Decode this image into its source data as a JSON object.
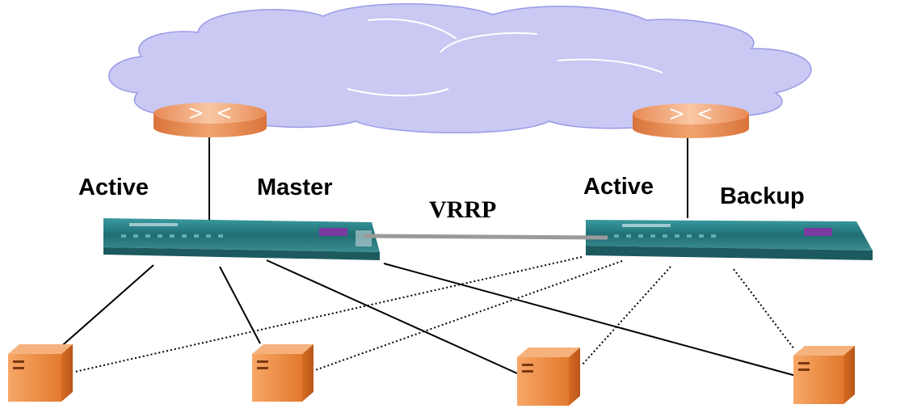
{
  "labels": {
    "left_state": "Active",
    "left_role": "Master",
    "protocol": "VRRP",
    "right_state": "Active",
    "right_role": "Backup"
  },
  "colors": {
    "cloud_fill": "#c9c9f4",
    "cloud_stroke": "#8b8be0",
    "router_fill": "#f2a877",
    "switch_fill": "#2a7f85",
    "server_fill": "#f08a3c",
    "vrrp_link": "#9a9a9a",
    "link": "#000000"
  },
  "nodes": {
    "routers": [
      "router-left",
      "router-right"
    ],
    "switches": [
      "switch-master",
      "switch-backup"
    ],
    "servers": [
      "server-1",
      "server-2",
      "server-3",
      "server-4"
    ]
  }
}
